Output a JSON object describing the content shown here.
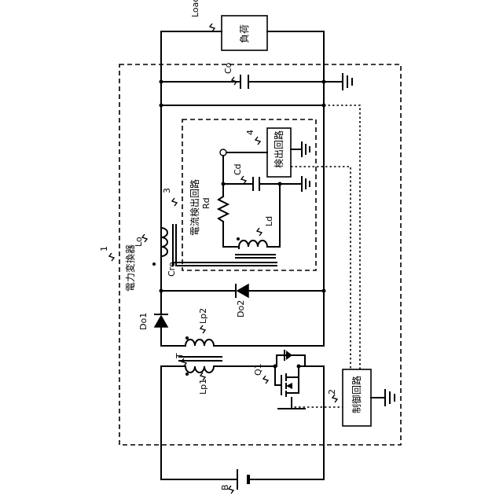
{
  "labels": {
    "load_en": "Load",
    "load_box": "負荷",
    "converter_num": "1",
    "converter_name": "電力変換器",
    "detector_num": "3",
    "detector_name": "電流検出回路",
    "detect_circuit_num": "4",
    "detect_circuit_box": "検出回路",
    "control_num": "2",
    "control_box": "制御回路",
    "Co": "Co",
    "Cd": "Cd",
    "Rd": "Rd",
    "Ld": "Ld",
    "Lo": "Lo",
    "Cre": "Cre",
    "Do1": "Do1",
    "Do2": "Do2",
    "T": "T",
    "Lp1": "Lp1",
    "Lp2": "Lp2",
    "Q1": "Q1",
    "B": "B"
  }
}
